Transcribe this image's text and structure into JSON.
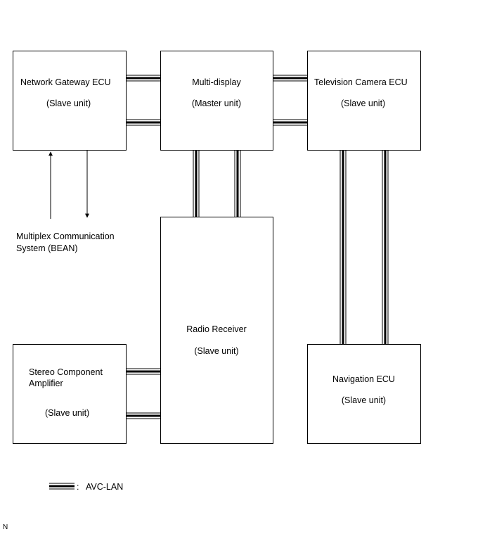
{
  "units": {
    "network_gateway": {
      "name": "Network Gateway ECU",
      "role": "(Slave unit)"
    },
    "multi_display": {
      "name": "Multi-display",
      "role": "(Master unit)"
    },
    "television_camera": {
      "name": "Television Camera ECU",
      "role": "(Slave unit)"
    },
    "radio_receiver": {
      "name": "Radio Receiver",
      "role": "(Slave unit)"
    },
    "stereo_amplifier": {
      "name_line1": "Stereo Component",
      "name_line2": "Amplifier",
      "role": "(Slave unit)"
    },
    "navigation": {
      "name": "Navigation ECU",
      "role": "(Slave unit)"
    }
  },
  "external": {
    "line1": "Multiplex Communication",
    "line2": "System (BEAN)"
  },
  "legend": {
    "separator": ":",
    "label": "AVC-LAN"
  },
  "corner_mark": "N"
}
